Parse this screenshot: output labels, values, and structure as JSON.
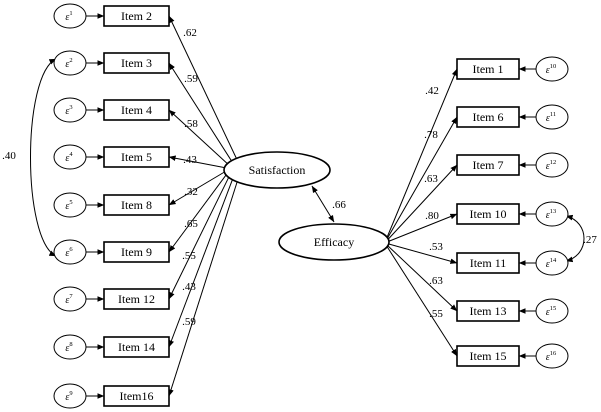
{
  "latents": [
    {
      "id": "satisfaction",
      "label": "Satisfaction"
    },
    {
      "id": "efficacy",
      "label": "Efficacy"
    }
  ],
  "latent_correlation": {
    "from": "satisfaction",
    "to": "efficacy",
    "value": ".66"
  },
  "satisfaction_items": [
    {
      "label": "Item 2",
      "loading": ".62",
      "error": "ε",
      "error_index": "1"
    },
    {
      "label": "Item 3",
      "loading": ".59",
      "error": "ε",
      "error_index": "2"
    },
    {
      "label": "Item 4",
      "loading": ".58",
      "error": "ε",
      "error_index": "3"
    },
    {
      "label": "Item 5",
      "loading": ".43",
      "error": "ε",
      "error_index": "4"
    },
    {
      "label": "Item 8",
      "loading": ".32",
      "error": "ε",
      "error_index": "5"
    },
    {
      "label": "Item 9",
      "loading": ".65",
      "error": "ε",
      "error_index": "6"
    },
    {
      "label": "Item 12",
      "loading": ".55",
      "error": "ε",
      "error_index": "7"
    },
    {
      "label": "Item 14",
      "loading": ".43",
      "error": "ε",
      "error_index": "8"
    },
    {
      "label": "Item16",
      "loading": ".59",
      "error": "ε",
      "error_index": "9"
    }
  ],
  "efficacy_items": [
    {
      "label": "Item 1",
      "loading": ".42",
      "error": "ε",
      "error_index": "10"
    },
    {
      "label": "Item 6",
      "loading": ".78",
      "error": "ε",
      "error_index": "11"
    },
    {
      "label": "Item 7",
      "loading": ".63",
      "error": "ε",
      "error_index": "12"
    },
    {
      "label": "Item 10",
      "loading": ".80",
      "error": "ε",
      "error_index": "13"
    },
    {
      "label": "Item 11",
      "loading": ".53",
      "error": "ε",
      "error_index": "14"
    },
    {
      "label": "Item 13",
      "loading": ".63",
      "error": "ε",
      "error_index": "15"
    },
    {
      "label": "Item 15",
      "loading": ".55",
      "error": "ε",
      "error_index": "16"
    }
  ],
  "error_covariances": [
    {
      "between": [
        "ε2",
        "ε6"
      ],
      "value": ".40"
    },
    {
      "between": [
        "ε13",
        "ε14"
      ],
      "value": ".27"
    }
  ]
}
